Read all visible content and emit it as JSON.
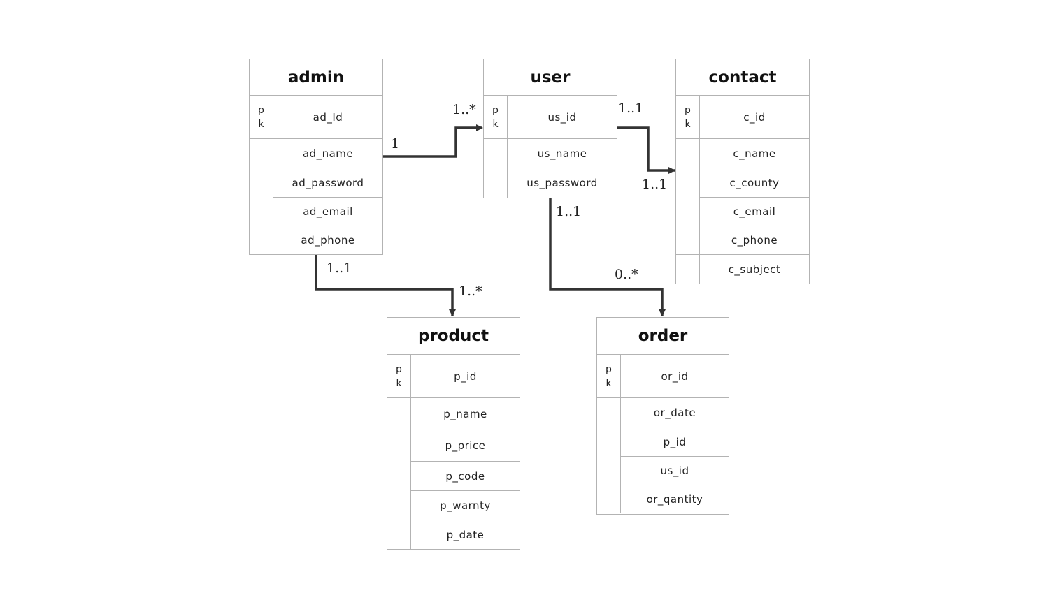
{
  "diagram": {
    "colors": {
      "border": "#b3b3b3",
      "line": "#333333",
      "text": "#222222"
    },
    "entities": {
      "admin": {
        "title": "admin",
        "pk_label": "p\nk",
        "pk_field": "ad_Id",
        "fields": [
          "ad_name",
          "ad_password",
          "ad_email",
          "ad_phone"
        ]
      },
      "user": {
        "title": "user",
        "pk_label": "p\nk",
        "pk_field": "us_id",
        "fields": [
          "us_name",
          "us_password"
        ]
      },
      "contact": {
        "title": "contact",
        "pk_label": "p\nk",
        "pk_field": "c_id",
        "fields": [
          "c_name",
          "c_county",
          "c_email",
          "c_phone"
        ],
        "extra_field": "c_subject"
      },
      "product": {
        "title": "product",
        "pk_label": "p\nk",
        "pk_field": "p_id",
        "fields": [
          "p_name",
          "p_price",
          "p_code",
          "p_warnty"
        ],
        "extra_field": "p_date"
      },
      "order": {
        "title": "order",
        "pk_label": "p\nk",
        "pk_field": "or_id",
        "fields": [
          "or_date",
          "p_id",
          "us_id"
        ],
        "extra_field": "or_qantity"
      }
    },
    "relationships": [
      {
        "from": "admin",
        "to": "user",
        "from_mult": "1",
        "to_mult": "1..*"
      },
      {
        "from": "user",
        "to": "contact",
        "from_mult": "1..1",
        "to_mult": "1..1"
      },
      {
        "from": "admin",
        "to": "product",
        "from_mult": "1..1",
        "to_mult": "1..*"
      },
      {
        "from": "user",
        "to": "order",
        "from_mult": "1..1",
        "to_mult": "0..*"
      }
    ]
  }
}
